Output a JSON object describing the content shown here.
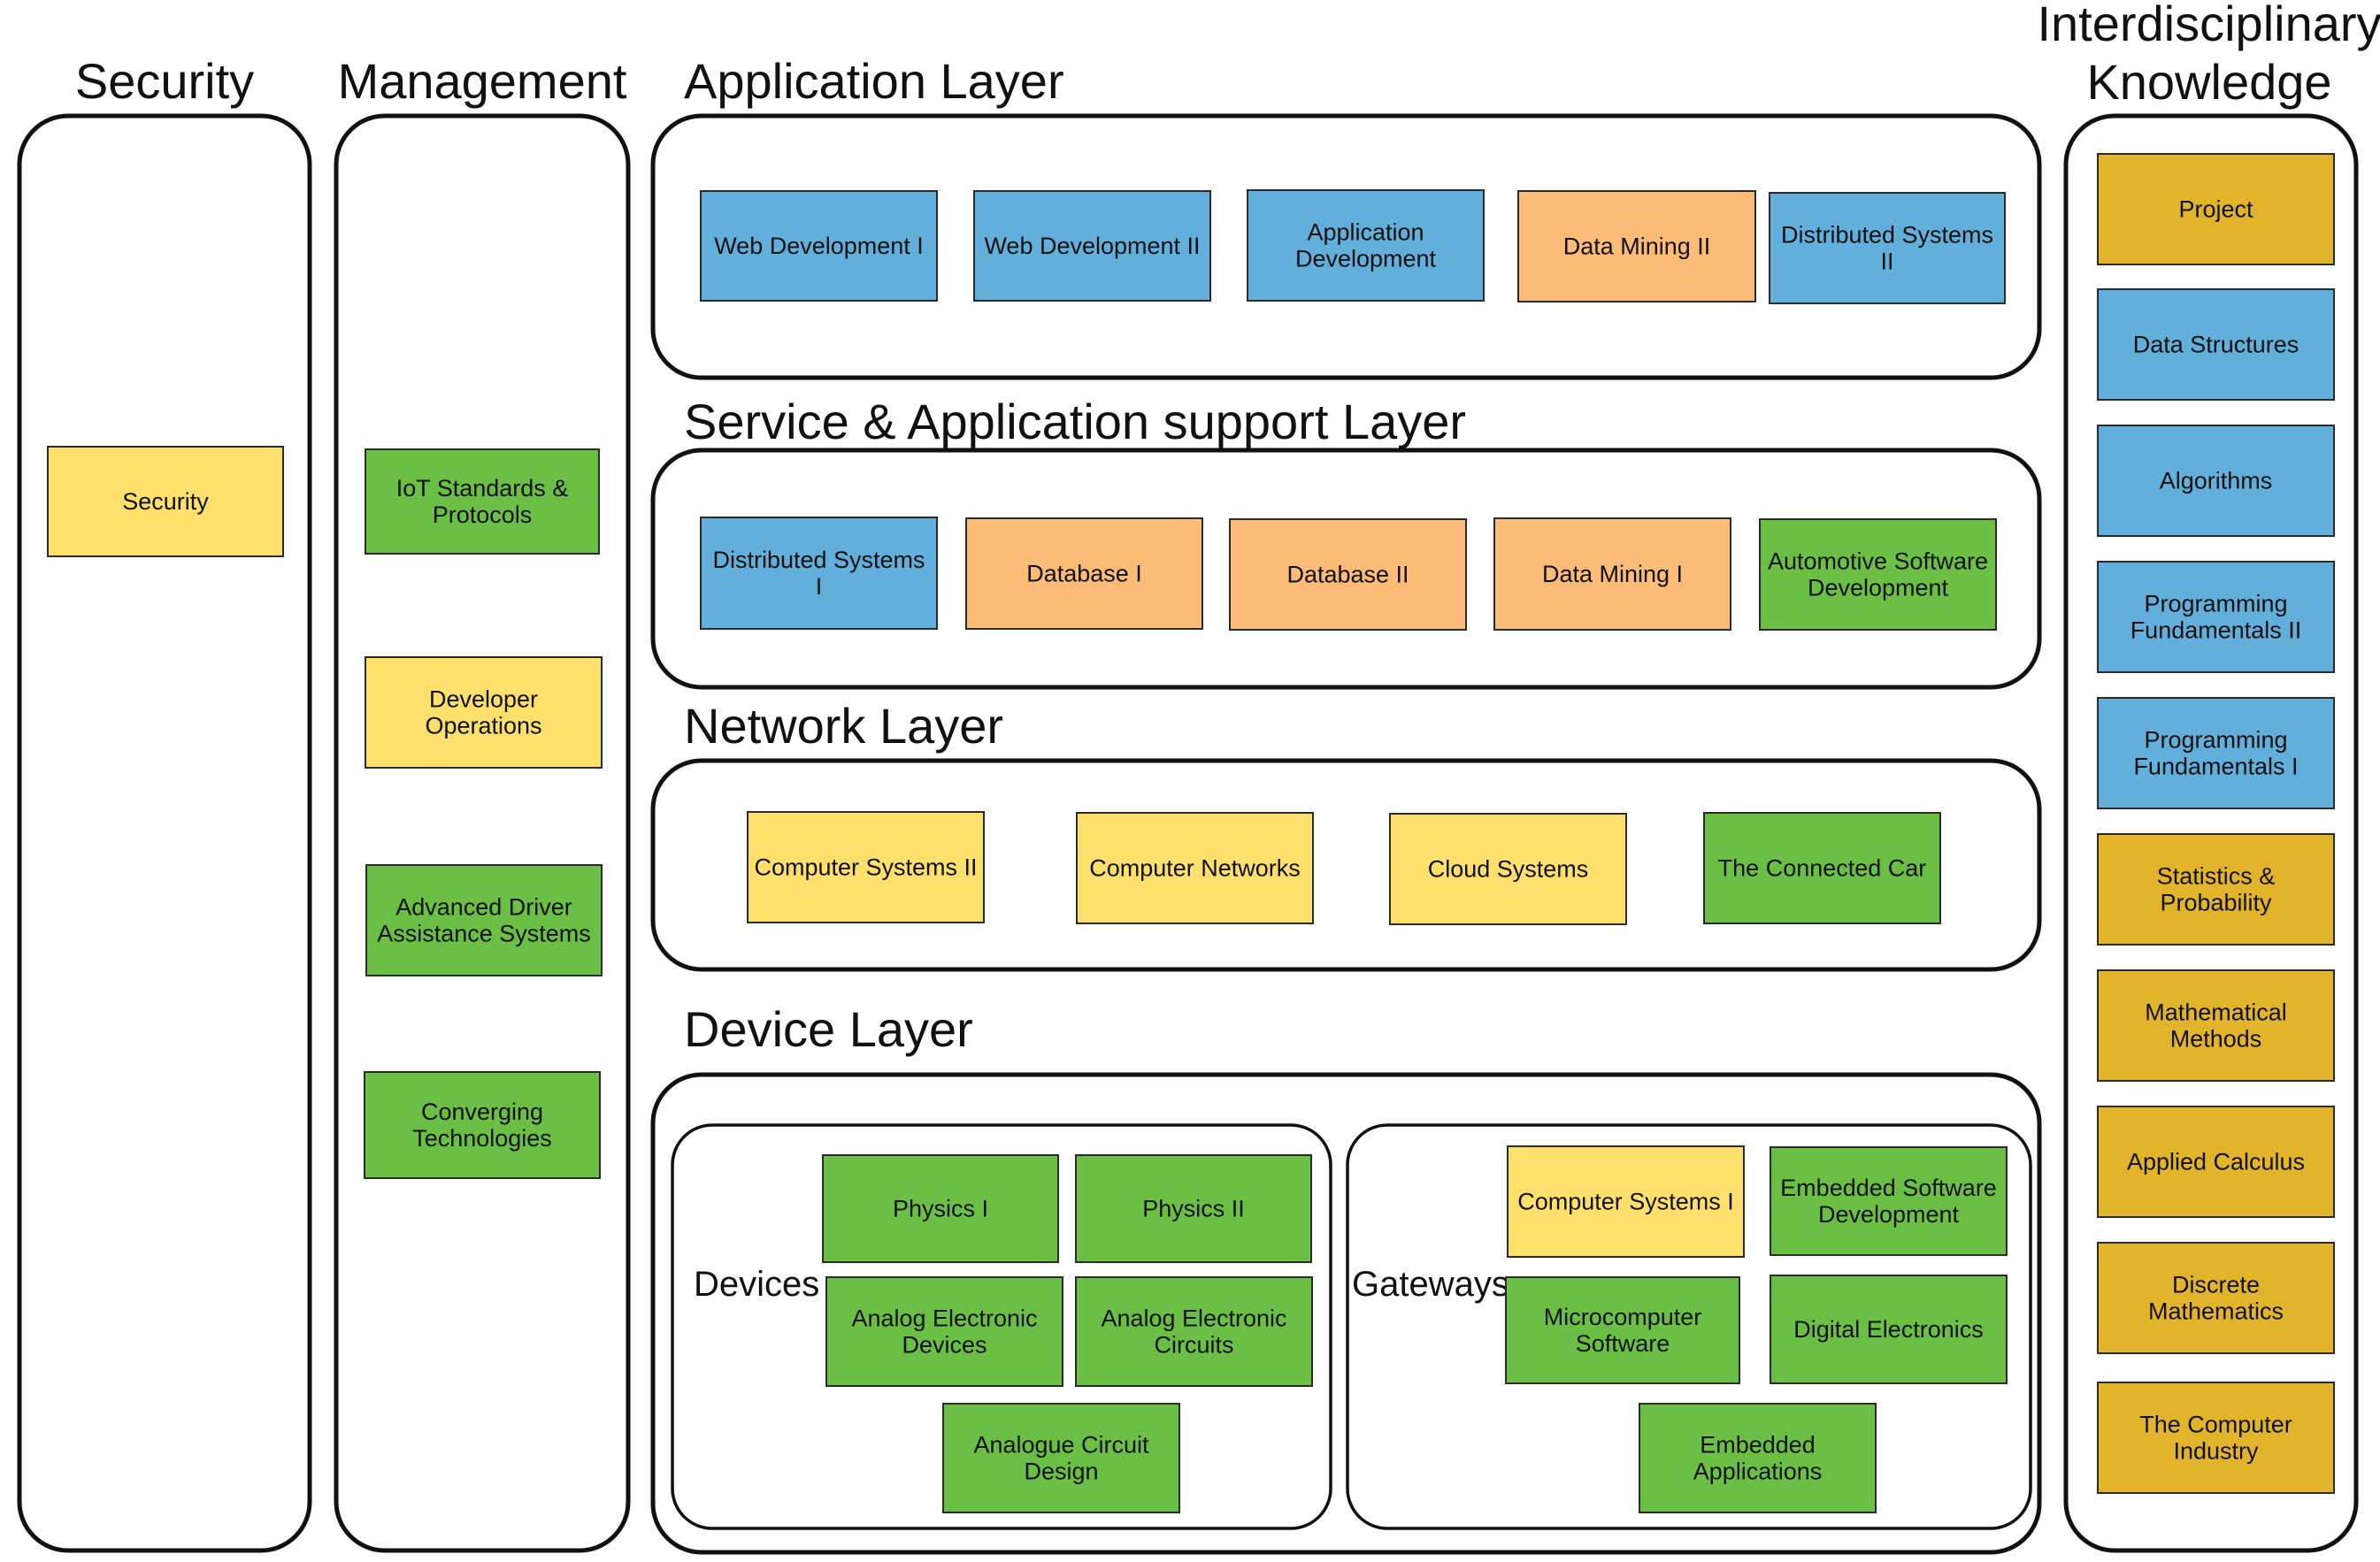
{
  "colors": {
    "blue": "#62afdb",
    "orange": "#fdbb78",
    "yellow": "#fddf6c",
    "green": "#6cbf45",
    "gold": "#e2b42c"
  },
  "columns": {
    "security": {
      "heading": "Security",
      "courses": [
        {
          "name": "Security",
          "color": "yellow"
        }
      ]
    },
    "management": {
      "heading": "Management",
      "courses": [
        {
          "name": "IoT Standards & Protocols",
          "color": "green"
        },
        {
          "name": "Developer Operations",
          "color": "yellow"
        },
        {
          "name": "Advanced Driver Assistance Systems",
          "color": "green"
        },
        {
          "name": "Converging Technologies",
          "color": "green"
        }
      ]
    },
    "interdisciplinary": {
      "heading": "Interdisciplinary Knowledge",
      "courses": [
        {
          "name": "Project",
          "color": "gold"
        },
        {
          "name": "Data Structures",
          "color": "blue"
        },
        {
          "name": "Algorithms",
          "color": "blue"
        },
        {
          "name": "Programming Fundamentals II",
          "color": "blue"
        },
        {
          "name": "Programming Fundamentals I",
          "color": "blue"
        },
        {
          "name": "Statistics & Probability",
          "color": "gold"
        },
        {
          "name": "Mathematical Methods",
          "color": "gold"
        },
        {
          "name": "Applied Calculus",
          "color": "gold"
        },
        {
          "name": "Discrete Mathematics",
          "color": "gold"
        },
        {
          "name": "The Computer Industry",
          "color": "gold"
        }
      ]
    }
  },
  "layers": {
    "application": {
      "heading": "Application Layer",
      "courses": [
        {
          "name": "Web Development I",
          "color": "blue"
        },
        {
          "name": "Web Development II",
          "color": "blue"
        },
        {
          "name": "Application Development",
          "color": "blue"
        },
        {
          "name": "Data Mining II",
          "color": "orange"
        },
        {
          "name": "Distributed Systems II",
          "color": "blue"
        }
      ]
    },
    "service": {
      "heading": "Service & Application support Layer",
      "courses": [
        {
          "name": "Distributed Systems I",
          "color": "blue"
        },
        {
          "name": "Database I",
          "color": "orange"
        },
        {
          "name": "Database II",
          "color": "orange"
        },
        {
          "name": "Data Mining I",
          "color": "orange"
        },
        {
          "name": "Automotive Software Development",
          "color": "green"
        }
      ]
    },
    "network": {
      "heading": "Network Layer",
      "courses": [
        {
          "name": "Computer Systems II",
          "color": "yellow"
        },
        {
          "name": "Computer Networks",
          "color": "yellow"
        },
        {
          "name": "Cloud  Systems",
          "color": "yellow"
        },
        {
          "name": "The Connected Car",
          "color": "green"
        }
      ]
    },
    "device": {
      "heading": "Device Layer",
      "devices": {
        "label": "Devices",
        "courses": [
          {
            "name": "Physics I",
            "color": "green"
          },
          {
            "name": "Physics II",
            "color": "green"
          },
          {
            "name": "Analog Electronic Devices",
            "color": "green"
          },
          {
            "name": "Analog Electronic Circuits",
            "color": "green"
          },
          {
            "name": "Analogue Circuit Design",
            "color": "green"
          }
        ]
      },
      "gateways": {
        "label": "Gateways",
        "courses": [
          {
            "name": "Computer Systems  I",
            "color": "yellow"
          },
          {
            "name": "Embedded Software Development",
            "color": "green"
          },
          {
            "name": "Microcomputer Software",
            "color": "green"
          },
          {
            "name": "Digital Electronics",
            "color": "green"
          },
          {
            "name": "Embedded Applications",
            "color": "green"
          }
        ]
      }
    }
  }
}
